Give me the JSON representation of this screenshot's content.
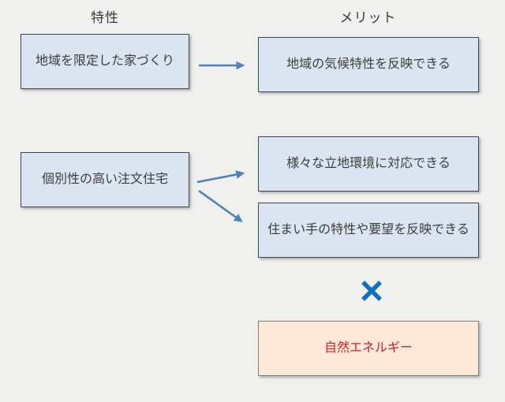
{
  "canvas": {
    "background": "#f0f0ef"
  },
  "columns": {
    "left_header": "特性",
    "right_header": "メリット"
  },
  "features": [
    {
      "label": "地域を限定した家づくり"
    },
    {
      "label": "個別性の高い注文住宅"
    }
  ],
  "merits": [
    {
      "label": "地域の気候特性を反映できる"
    },
    {
      "label": "様々な立地環境に対応できる"
    },
    {
      "label": "住まい手の特性や要望を反映できる"
    }
  ],
  "combination": {
    "multiply_icon": "multiply-x-icon",
    "energy_label": "自然エネルギー"
  },
  "colors": {
    "box_fill": "#dbe5f1",
    "box_border": "#41454e",
    "box_text": "#3c3c3c",
    "arrow": "#4f81bd",
    "multiply": "#0e70c3",
    "energy_fill": "#fce9da",
    "energy_border": "#7f7f7f",
    "energy_text": "#cc2121"
  }
}
